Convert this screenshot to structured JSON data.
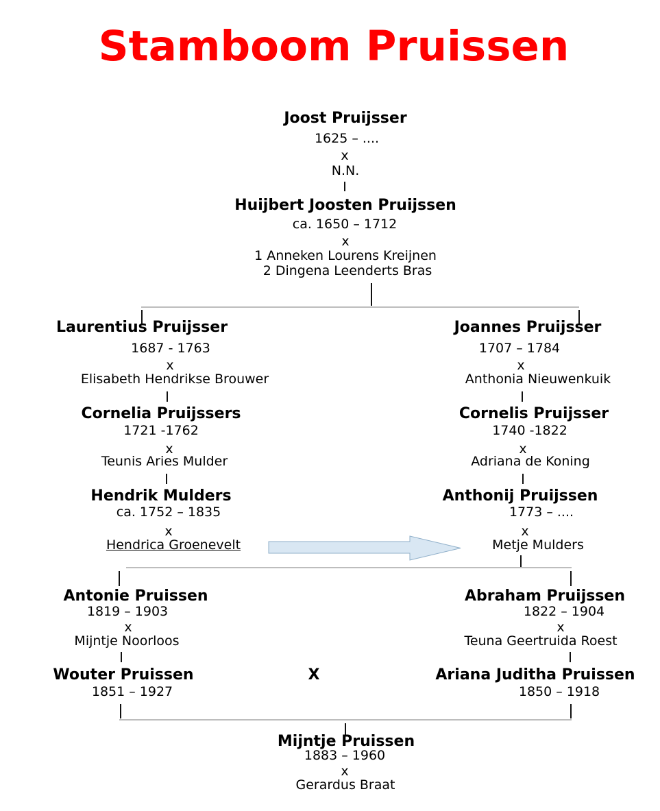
{
  "title": "Stamboom Pruissen",
  "symbols": {
    "marriage": "x",
    "union": "X"
  },
  "generations": {
    "gen1": {
      "person": "Joost Pruijsser",
      "years": "1625 – ....",
      "spouse": "N.N."
    },
    "gen2": {
      "person": "Huijbert Joosten Pruijssen",
      "years": "ca. 1650 – 1712",
      "spouse1": "1 Anneken Lourens Kreijnen",
      "spouse2": "2 Dingena Leenderts Bras"
    },
    "gen3_left": {
      "person": "Laurentius Pruijsser",
      "years": "1687 - 1763",
      "spouse": "Elisabeth Hendrikse Brouwer"
    },
    "gen3_right": {
      "person": "Joannes Pruijsser",
      "years": "1707 – 1784",
      "spouse": "Anthonia Nieuwenkuik"
    },
    "gen4_left": {
      "person": "Cornelia Pruijssers",
      "years": "1721 -1762",
      "spouse": "Teunis Aries Mulder"
    },
    "gen4_right": {
      "person": "Cornelis Pruijsser",
      "years": "1740 -1822",
      "spouse": "Adriana de Koning"
    },
    "gen5_left": {
      "person": "Hendrik Mulders",
      "years": "ca. 1752 – 1835",
      "spouse": "Hendrica Groenevelt"
    },
    "gen5_right": {
      "person": "Anthonij Pruijssen",
      "years": "1773 – ....",
      "spouse": "Metje Mulders"
    },
    "gen6_left": {
      "person": "Antonie Pruissen",
      "years": "1819 – 1903",
      "spouse": "Mijntje Noorloos"
    },
    "gen6_right": {
      "person": "Abraham Pruijssen",
      "years": "1822 – 1904",
      "spouse": "Teuna Geertruida Roest"
    },
    "gen7_left": {
      "person": "Wouter Pruissen",
      "years": "1851 – 1927"
    },
    "gen7_right": {
      "person": "Ariana Juditha Pruissen",
      "years": "1850 – 1918"
    },
    "gen8": {
      "person": "Mijntje Pruissen",
      "years": "1883 – 1960",
      "spouse": "Gerardus Braat"
    }
  },
  "colors": {
    "title": "#ff0000",
    "text": "#000000",
    "connector_line": "#bdbdbd",
    "arrow_fill": "#d9e7f3",
    "arrow_border": "#8fafc9"
  }
}
